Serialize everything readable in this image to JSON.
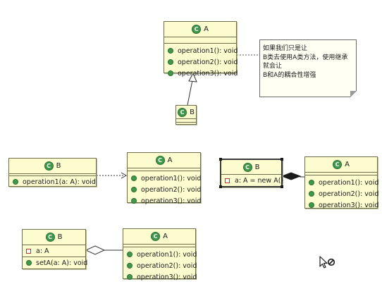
{
  "class_icon_glyph": "C",
  "diagram1": {
    "class_a": {
      "name": "A",
      "operations": [
        "operation1(): void",
        "operation2(): void",
        "operation3(): void"
      ]
    },
    "class_b": {
      "name": "B"
    },
    "note": {
      "lines": [
        "如果我们只是让",
        "B类去使用A类方法，使用继承",
        "就会让",
        "B和A的耦合性增强"
      ]
    }
  },
  "diagram2": {
    "class_b": {
      "name": "B",
      "operations": [
        "operation1(a: A): void"
      ]
    },
    "class_a": {
      "name": "A",
      "operations": [
        "operation1(): void",
        "operation2(): void",
        "operation3(): void"
      ]
    }
  },
  "diagram3": {
    "class_b": {
      "name": "B",
      "attributes": [
        "a: A = new A()"
      ]
    },
    "class_a": {
      "name": "A",
      "operations": [
        "operation1(): void",
        "operation2(): void",
        "operation3(): void"
      ]
    }
  },
  "diagram4": {
    "class_b": {
      "name": "B",
      "attributes": [
        "a: A"
      ],
      "operations": [
        "setA(a: A): void"
      ]
    },
    "class_a": {
      "name": "A",
      "operations": [
        "operation1(): void",
        "operation2(): void",
        "operation3(): void"
      ]
    }
  },
  "colors": {
    "class_fill": "#fcfcce",
    "class_border": "#6f6f4c",
    "icon_green": "#3e9a4a",
    "private_red": "#c03030"
  },
  "icons": [
    "class-icon",
    "public-method-icon",
    "private-field-icon",
    "drag-not-allowed-cursor-icon"
  ]
}
